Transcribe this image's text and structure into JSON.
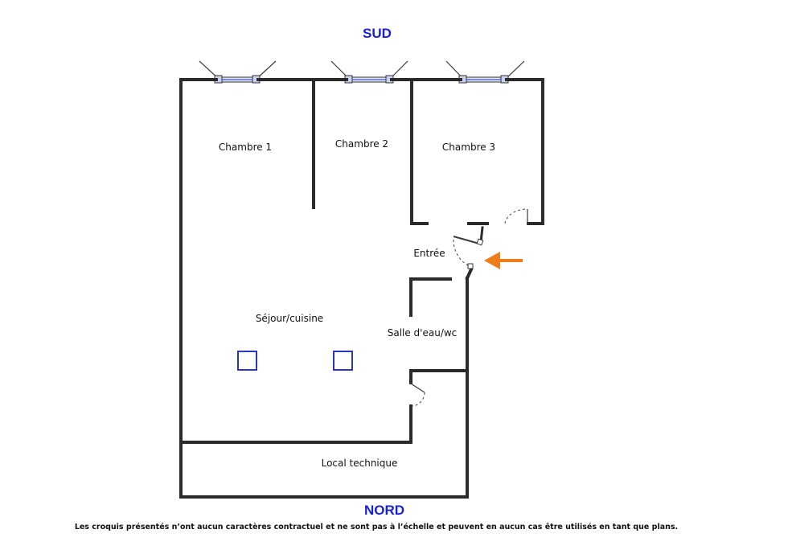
{
  "compass": {
    "south": "SUD",
    "north": "NORD"
  },
  "rooms": {
    "chambre1": "Chambre 1",
    "chambre2": "Chambre 2",
    "chambre3": "Chambre 3",
    "entree": "Entrée",
    "sejour": "Séjour/cuisine",
    "salle_eau": "Salle d'eau/wc",
    "local_technique": "Local technique"
  },
  "disclaimer": "Les croquis présentés n’ont aucun caractères contractuel et ne sont pas à l’échelle et peuvent en aucun cas être utilisés en tant que plans.",
  "colors": {
    "compass": "#1b20d6",
    "entry_arrow": "#f07c1a",
    "markers": "#2a35c8",
    "walls": "#2b2b2b"
  },
  "icons": {
    "entry_marker": "arrow-left-icon",
    "window": "window-icon",
    "marker": "square-outline-icon"
  }
}
